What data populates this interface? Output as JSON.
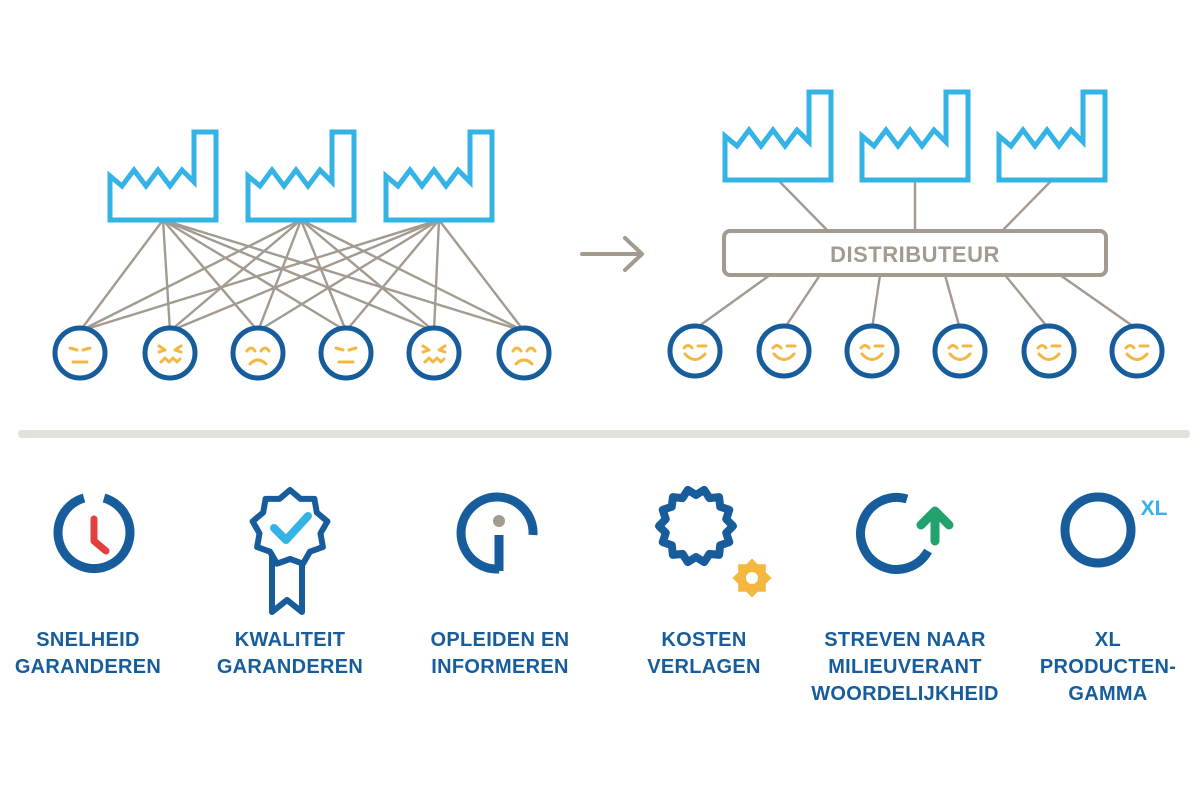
{
  "colors": {
    "factory": "#33b3e6",
    "line": "#a39a90",
    "navy": "#175d9c",
    "face": "#f4b740",
    "divider": "#e4e1dd",
    "red": "#e23f3f",
    "green": "#22a36e"
  },
  "diagram": {
    "distributor_label": "DISTRIBUTEUR",
    "before": {
      "factories": 3,
      "customers": [
        "sad-face-icon",
        "annoyed-face-icon",
        "angry-face-icon",
        "sad-face-icon",
        "annoyed-face-icon",
        "angry-face-icon"
      ]
    },
    "after": {
      "factories": 3,
      "customers": [
        "happy-face-icon",
        "happy-face-icon",
        "happy-face-icon",
        "happy-face-icon",
        "happy-face-icon",
        "happy-face-icon"
      ]
    },
    "arrow_icon": "arrow-right-icon"
  },
  "benefits": [
    {
      "icon": "clock-icon",
      "lines": [
        "SNELHEID",
        "GARANDEREN"
      ]
    },
    {
      "icon": "quality-badge-icon",
      "lines": [
        "KWALITEIT",
        "GARANDEREN"
      ]
    },
    {
      "icon": "info-icon",
      "lines": [
        "OPLEIDEN EN",
        "INFORMEREN"
      ]
    },
    {
      "icon": "cost-gear-icon",
      "lines": [
        "KOSTEN",
        "VERLAGEN"
      ]
    },
    {
      "icon": "eco-arrow-icon",
      "lines": [
        "STREVEN NAAR",
        "MILIEUVERANT",
        "WOORDELIJKHEID"
      ]
    },
    {
      "icon": "xl-ring-icon",
      "icon_text": "XL",
      "lines": [
        "XL",
        "PRODUCTEN-",
        "GAMMA"
      ]
    }
  ]
}
